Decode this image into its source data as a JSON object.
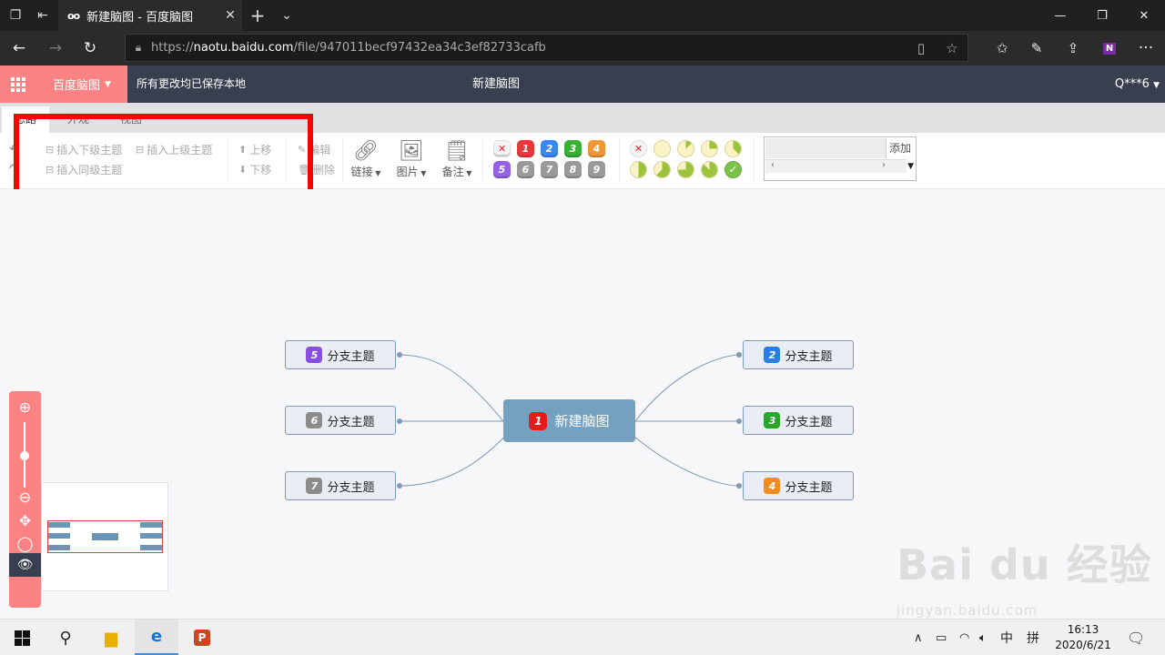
{
  "browser": {
    "tab_title": "新建脑图 - 百度脑图",
    "tab_favicon": "oo",
    "url_prefix": "https://",
    "url_domain": "naotu.baidu.com",
    "url_path": "/file/947011becf97432ea34c3ef82733cafb"
  },
  "app": {
    "brand": "百度脑图",
    "save_status": "所有更改均已保存本地",
    "doc_title": "新建脑图",
    "user": "Q***6"
  },
  "ribbon_tabs": [
    "思路",
    "外观",
    "视图"
  ],
  "toolbar": {
    "insert_child": "插入下级主题",
    "insert_parent": "插入上级主题",
    "insert_sibling": "插入同级主题",
    "move_up": "上移",
    "move_down": "下移",
    "edit": "编辑",
    "delete": "删除",
    "link": "链接",
    "image": "图片",
    "note": "备注",
    "priorities": [
      "1",
      "2",
      "3",
      "4",
      "5",
      "6",
      "7",
      "8",
      "9"
    ],
    "resource_add": "添加"
  },
  "colors": {
    "accent": "#fc8383",
    "header": "#393f4f",
    "root": "#73a1bf",
    "p1": "#e31b1b",
    "p2": "#2a7fe0",
    "p3": "#2aa52a",
    "p4": "#f08d22",
    "p5": "#8a4fe0",
    "p6": "#8c8c8c",
    "p7": "#8c8c8c"
  },
  "mindmap": {
    "root": {
      "label": "新建脑图",
      "priority": "1"
    },
    "branches": [
      {
        "label": "分支主题",
        "priority": "5",
        "side": "left"
      },
      {
        "label": "分支主题",
        "priority": "6",
        "side": "left"
      },
      {
        "label": "分支主题",
        "priority": "7",
        "side": "left"
      },
      {
        "label": "分支主题",
        "priority": "2",
        "side": "right"
      },
      {
        "label": "分支主题",
        "priority": "3",
        "side": "right"
      },
      {
        "label": "分支主题",
        "priority": "4",
        "side": "right"
      }
    ]
  },
  "watermark": {
    "main": "Bai du 经验",
    "sub": "jingyan.baidu.com"
  },
  "taskbar": {
    "ime_lang": "中",
    "ime_mode": "拼",
    "time": "16:13",
    "date": "2020/6/21"
  }
}
